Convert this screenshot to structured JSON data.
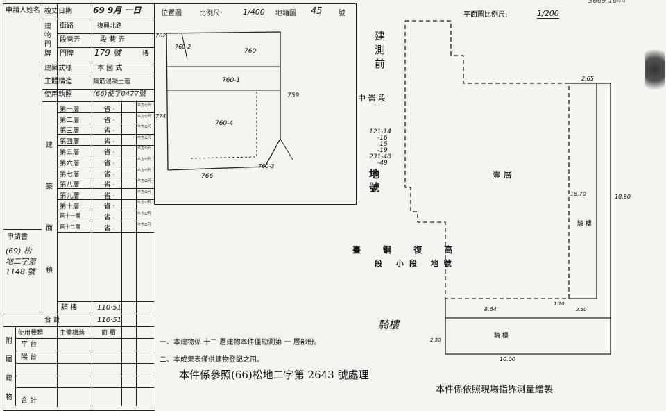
{
  "left_table": {
    "applicant_label": "申請人姓名",
    "review_date_label": "複丈日期",
    "review_date_value": "69 9月 一日",
    "door_label": "建物門牌",
    "street_label": "街路",
    "street_value": "復興北路",
    "lane_label": "段巷弄",
    "lane_value": "段 巷 弄",
    "number_label": "門牌",
    "number_value": "179 號",
    "floor_suffix": "樓",
    "style_label": "建築式樣",
    "style_value": "本 國 式",
    "structure_label": "主體構造",
    "structure_value": "鋼筋混凝土造",
    "license_label": "使用執照",
    "license_value": "(66)使字0477號",
    "area_side_label": "建築面積",
    "floors": [
      {
        "name": "第一層",
        "value": "省 ·"
      },
      {
        "name": "第二層",
        "value": "省 ·"
      },
      {
        "name": "第三層",
        "value": "省 ·"
      },
      {
        "name": "第四層",
        "value": "省 ·"
      },
      {
        "name": "第五層",
        "value": "省 ·"
      },
      {
        "name": "第六層",
        "value": "省 ·"
      },
      {
        "name": "第七層",
        "value": "省 ·"
      },
      {
        "name": "第八層",
        "value": "省 ·"
      },
      {
        "name": "第九層",
        "value": "省 ·"
      },
      {
        "name": "第十層",
        "value": "省 ·"
      },
      {
        "name": "第十一層",
        "value": "省 ·"
      },
      {
        "name": "第十二層",
        "value": "省 ·"
      }
    ],
    "unit_sqm": "平方公尺",
    "arcade_label": "騎 樓",
    "arcade_value": "110·51",
    "total_label": "合 計",
    "total_value": "110·51",
    "application_label": "申請書",
    "application_value": "(69) 松地二字第 1148 號",
    "annex_label": "附屬建物",
    "annex_use_label": "使用種類",
    "annex_structure_label": "主體構造",
    "annex_area_label": "面 積",
    "annex_rows": [
      "平 台",
      "陽 台"
    ],
    "annex_total_label": "合 計"
  },
  "location_map": {
    "title": "位置圖",
    "scale_label": "比例尺:",
    "scale_value": "1/400",
    "sheet_label": "地籍圖",
    "sheet_value": "45",
    "sheet_suffix": "號",
    "lot_numbers": [
      "760",
      "760-1",
      "760-2",
      "760-4",
      "759",
      "774",
      "766",
      "762",
      "760-3"
    ]
  },
  "plan": {
    "title": "平面圖比例尺:",
    "scale_value": "1/200",
    "top_right_note": "3669 1644",
    "left_labels": {
      "district": "建測前",
      "section": "中 崙 段",
      "lot": "地號"
    },
    "lot_list": [
      "121-14",
      "-16",
      "-15",
      "-19",
      "231-48",
      "-49"
    ],
    "legend_row": "臺 鋼 復 高",
    "legend_row2": "段 小段 地號",
    "main_area_label": "壹 層",
    "arcade_right": "騎 樓",
    "arcade_bottom": "騎 樓",
    "dims": [
      "2.65",
      "18.70",
      "18.90",
      "8.64",
      "1.70",
      "2.50",
      "10.00",
      "2.50"
    ],
    "arcade_handwritten": "騎樓"
  },
  "notes": {
    "line1": "一、本建物係 十二 層建物本件僅勘測第 一 層部份。",
    "line2": "二、本成果表僅供建物登記之用。",
    "reference": "本件係參照(66)松地二字第 2643 號處理",
    "footer": "本件係依照現場指界測量繪製"
  }
}
